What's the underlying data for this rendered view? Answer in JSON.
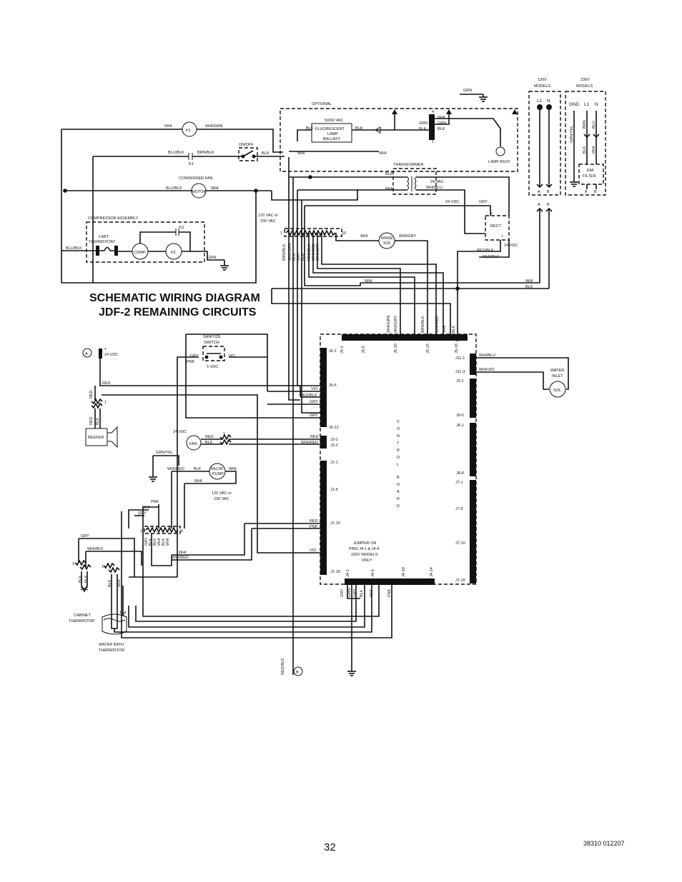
{
  "title": {
    "line1": "SCHEMATIC WIRING DIAGRAM",
    "line2": "JDF-2 REMAINING CIRCUITS"
  },
  "footer": {
    "page_number": "32",
    "doc_id": "38310 012207"
  },
  "power": {
    "v120": "120V",
    "v230": "230V",
    "models": "MODELS",
    "l1": "L1",
    "n": "N",
    "gnd": "GND",
    "a": "A",
    "b": "B",
    "emi1": "EMI",
    "emi2": "FILTER",
    "grnyel": "GRN/YEL",
    "brn": "BRN",
    "blu": "BLU",
    "blk": "BLK",
    "whi": "WHI"
  },
  "labels": {
    "optional": "OPTIONAL",
    "grn": "GRN",
    "vac5060": "50/60 VAC",
    "fluorescent": "FLUORESCENT",
    "lamp": "LAMP",
    "ballast": "BALLAST",
    "lamp_assy": "LAMP ASSY.",
    "transformer": "TRANSFORMER",
    "vac24": "24 VAC",
    "whiblu": "WHI/BLU",
    "vdc24": "24 VDC",
    "gry": "GRY",
    "rect": "RECT",
    "redblk": "RED/BLK",
    "whi": "WHI",
    "blk": "BLK",
    "whigrn": "WHI/GRN",
    "k1": "K1",
    "k2": "K2",
    "blublk": "BLU/BLK",
    "brnblk": "BRN/BLK",
    "onoff": "ON/OFF",
    "condenser_fan": "CONDENSER FAN",
    "motor": "MOTOR",
    "compressor_assembly": "COMPRESSOR ASSEMBLY",
    "limit": "LIMIT",
    "thermostat": "THERMOSTAT",
    "comp": "COMP.",
    "vac120or230_1": "120 VAC or",
    "vac120or230_2": "230 VAC",
    "rinse": "RINSE",
    "sol": "SOL",
    "whigry": "WHI/GRY",
    "sanitize": "SANITIZE",
    "switch": "SWITCH",
    "pnk": "PNK",
    "vio": "VIO",
    "vdc5": "5 VDC",
    "red": "RED",
    "beeper": "BEEPER",
    "fan": "FAN",
    "grnyel": "GRN/YEL",
    "whired": "WHI/RED",
    "recir": "RECIR",
    "pump": "PUMP",
    "whiblk": "WHI/BLK",
    "cabinet": "CABINET",
    "thermistor": "THERMISTOR",
    "water_bath": "WATER BATH",
    "whivio": "WHI/VIO",
    "water": "WATER",
    "inlet": "INLET",
    "jumper1": "JUMPER ON",
    "jumper2": "PINS J4-1 & J4-4",
    "jumper3": "230V MODELS",
    "jumper4": "ONLY",
    "control_board": "CONTROL BOARD",
    "plus": "+",
    "minus": "-",
    "one": "1",
    "four": "4",
    "six": "6",
    "ten": "10",
    "a_circle": "A",
    "b_circle": "B"
  },
  "connectors": {
    "j5": [
      "J5-1",
      "J5-5",
      "J5-10",
      "J5-15",
      "J5-19"
    ],
    "j6": [
      "J6-1",
      "J6-6",
      "J6-12"
    ],
    "j3": [
      "J3-1",
      "J3-2"
    ],
    "j1": [
      "J1-1",
      "J1-5",
      "J1-10",
      "J1-18"
    ],
    "j4": [
      "J4-1",
      "J4-5",
      "J4-10",
      "J4-14"
    ],
    "j11": [
      "J11-1",
      "J11-3"
    ],
    "j9": [
      "J9-1",
      "J9-6"
    ],
    "j8": [
      "J8-1",
      "J8-8"
    ],
    "j7": [
      "J7-1",
      "J7-5",
      "J7-10",
      "J7-16"
    ]
  },
  "harness10": [
    "BRN/BLK",
    "WHI/GRN",
    "BLK",
    "GRY",
    "BLK",
    "RED/BLK",
    "WHI/RED",
    "WHI/GRY"
  ],
  "j5_wires": [
    "WHI/GRN",
    "WHI/GRY",
    "BRN/BLK",
    "WHI/RED",
    "WHI",
    "BLK"
  ],
  "j4_wires": [
    "GRY",
    "GRN",
    "GRY",
    "BLK",
    "WHI",
    "PNK"
  ],
  "six_pin": [
    "GRY",
    "BLK",
    "BLK",
    "WHI",
    "BLK",
    "WHI"
  ]
}
